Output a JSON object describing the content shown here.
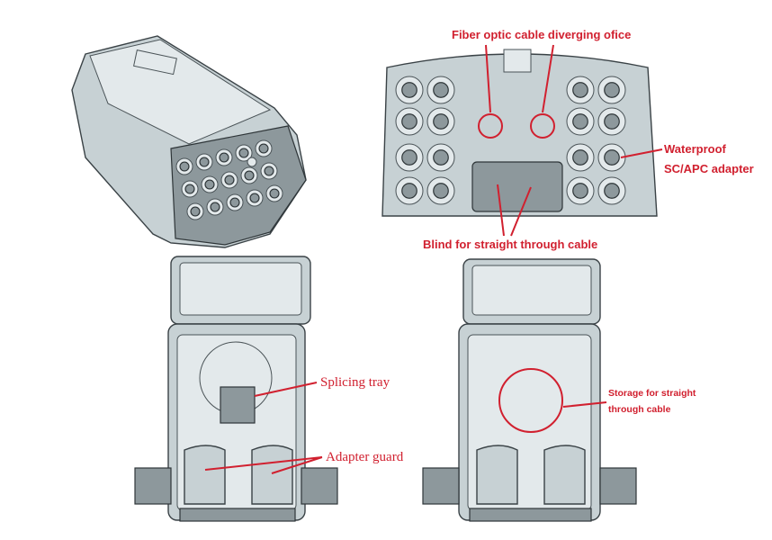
{
  "labels": {
    "diverging_office": "Fiber optic cable diverging ofice",
    "waterproof_line1": "Waterproof",
    "waterproof_line2": "SC/APC adapter",
    "blind": "Blind for straight through cable",
    "splicing_tray": "Splicing tray",
    "adapter_guard": "Adapter guard",
    "storage_line1": "Storage for straight",
    "storage_line2": "through cable"
  },
  "colors": {
    "annotation": "#d1202f",
    "enclosure": "#c7d1d4",
    "outline": "#3a4246"
  }
}
